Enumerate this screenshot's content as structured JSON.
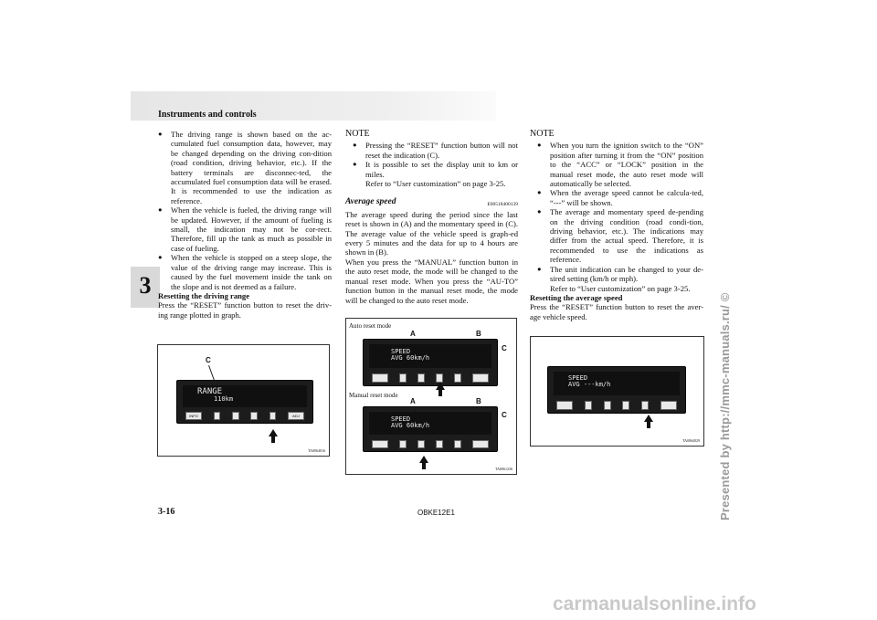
{
  "header": {
    "title": "Instruments and controls"
  },
  "chapter_tab": "3",
  "col1": {
    "bullets": [
      "The driving range is shown based on the ac-cumulated fuel consumption data, however, may be changed depending on the driving con-dition (road condition, driving behavior, etc.). If the battery terminals are disconnec-ted, the accumulated fuel consumption data will be erased. It is recommended to use the indication as reference.",
      "When the vehicle is fueled, the driving range will be updated. However, if the amount of fueling is small, the indication may not be cor-rect. Therefore, fill up the tank as much as possible in case of fueling.",
      "When the vehicle is stopped on a steep slope, the value of the driving range may increase. This is caused by the fuel movement inside the tank on the slope and is not deemed as a failure."
    ],
    "subhead": "Resetting the driving range",
    "body": "Press the “RESET” function button to reset the driv-ing range plotted in graph.",
    "figure": {
      "label_c": "C",
      "screen_word": "RANGE",
      "screen_value": "110km",
      "code": "TA0064016",
      "buttons": [
        "INFO",
        "ADJ"
      ]
    }
  },
  "col2": {
    "note_title": "NOTE",
    "note_bullets": [
      "Pressing the “RESET” function button will not reset the indication (C).",
      "It is possible to set the display unit to km or miles."
    ],
    "note_ref": "Refer to “User customization” on page 3-25.",
    "section_title": "Average speed",
    "section_code": "E00518400139",
    "paragraphs": [
      "The average speed during the period since the last reset is shown in (A) and the momentary speed in (C). The average value of the vehicle speed is graph-ed every 5 minutes and the data for up to 4 hours are shown in (B).",
      "When you press the “MANUAL” function button in the auto reset mode, the mode will be changed to the manual reset mode. When you press the “AU-TO” function button in the manual reset mode, the mode will be changed to the auto reset mode."
    ],
    "figure": {
      "auto_label": "Auto reset mode",
      "manual_label": "Manual reset mode",
      "label_a": "A",
      "label_b": "B",
      "label_c": "C",
      "screen_word": "SPEED",
      "screen_value": "AVG 60km/h",
      "code": "TA0061236"
    }
  },
  "col3": {
    "note_title": "NOTE",
    "note_bullets": [
      "When you turn the ignition switch to the “ON” position after turning it from the “ON” position to the “ACC” or “LOCK” position in the manual reset mode, the auto reset mode will automatically be selected.",
      "When the average speed cannot be calcula-ted, “---” will be shown.",
      "The average and momentary speed de-pending on the driving condition (road condi-tion, driving behavior, etc.). The indications may differ from the actual speed. Therefore, it is recommended to use the indications as reference.",
      "The unit indication can be changed to your de-sired setting (km/h or mph)."
    ],
    "note_ref": "Refer to “User customization” on page 3-25.",
    "subhead": "Resetting the average speed",
    "body": "Press the “RESET” function button to reset the aver-age vehicle speed.",
    "figure": {
      "screen_word": "SPEED",
      "screen_value": "AVG ---km/h",
      "code": "TA0064029"
    }
  },
  "footer": {
    "page": "3-16",
    "doc": "OBKE12E1"
  },
  "side_text": "Presented by http://mmc-manuals.ru/ ©",
  "watermark": "carmanualsonline.info"
}
